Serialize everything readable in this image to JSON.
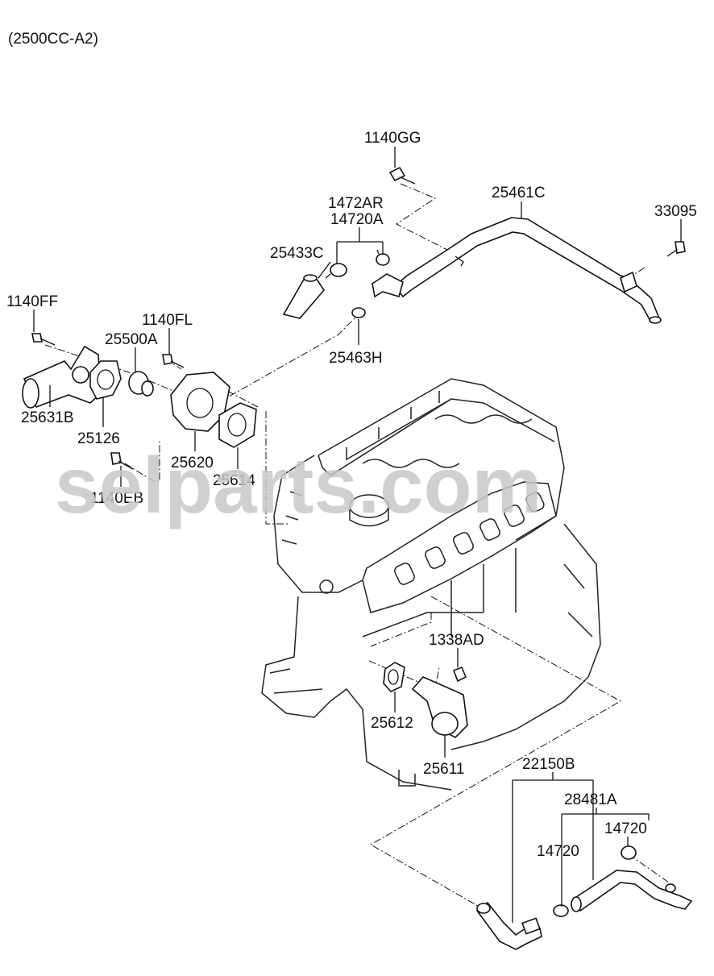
{
  "header": {
    "variant": "(2500CC-A2)"
  },
  "watermark": "selparts.com",
  "labels": {
    "p1140GG": "1140GG",
    "p25461C": "25461C",
    "p33095": "33095",
    "p1472AR": "1472AR",
    "p14720A": "14720A",
    "p25433C": "25433C",
    "p25463H": "25463H",
    "p1140FF": "1140FF",
    "p1140FL": "1140FL",
    "p25500A": "25500A",
    "p25631B": "25631B",
    "p25126": "25126",
    "p25620": "25620",
    "p25614": "25614",
    "p1140EB": "1140EB",
    "p1338AD": "1338AD",
    "p25612": "25612",
    "p25611": "25611",
    "p22150B": "22150B",
    "p28481A": "28481A",
    "p14720a": "14720",
    "p14720b": "14720"
  }
}
